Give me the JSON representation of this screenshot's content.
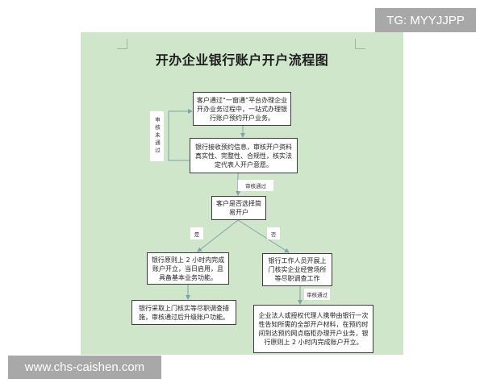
{
  "watermarks": {
    "top_right": "TG: MYYJJPP",
    "bottom_left": "www.chs-caishen.com"
  },
  "diagram": {
    "title": "开办企业银行账户开户流程图",
    "nodes": [
      {
        "id": "n1",
        "text": "客户通过“一窗通”平台办理企业开办业务过程中，一站式办理银行账户预约开户业务。"
      },
      {
        "id": "n2",
        "text": "银行接收预约信息，审核开户资料真实性、完整性、合规性，核实法定代表人开户意愿。"
      },
      {
        "id": "n3",
        "text": "客户是否选择简易开户"
      },
      {
        "id": "n4",
        "text": "银行原则上 2 小时内完成账户开立，当日启用，且具备基本业务功能。"
      },
      {
        "id": "n5",
        "text": "银行采取上门核实等尽职调查措施，审核通过后升级账户功能。"
      },
      {
        "id": "n6",
        "text": "银行工作人员开展上门核实企业经营场所等尽职调查工作"
      },
      {
        "id": "n7",
        "text": "企业法人或授权代理人携带由银行一次性告知所需的全部开户材料，在预约时间到达预约网点临柜办理开户业务，银行原则上 2 小时内完成账户开立。"
      }
    ],
    "edge_labels": {
      "rejected": "审核未通过",
      "approved_1": "审核通过",
      "yes": "是",
      "no": "否",
      "approved_2": "审核通过"
    },
    "edges": [
      {
        "from": "n1",
        "to": "n2"
      },
      {
        "from": "n2",
        "to": "n1",
        "label": "审核未通过"
      },
      {
        "from": "n2",
        "to": "n3",
        "label": "审核通过"
      },
      {
        "from": "n3",
        "to": "n4",
        "label": "是"
      },
      {
        "from": "n3",
        "to": "n6",
        "label": "否"
      },
      {
        "from": "n4",
        "to": "n5"
      },
      {
        "from": "n6",
        "to": "n7",
        "label": "审核通过"
      }
    ],
    "colors": {
      "page_background": "#cfe6cb",
      "connector": "#7fa3a8",
      "box_border": "#3c3c3c"
    }
  }
}
